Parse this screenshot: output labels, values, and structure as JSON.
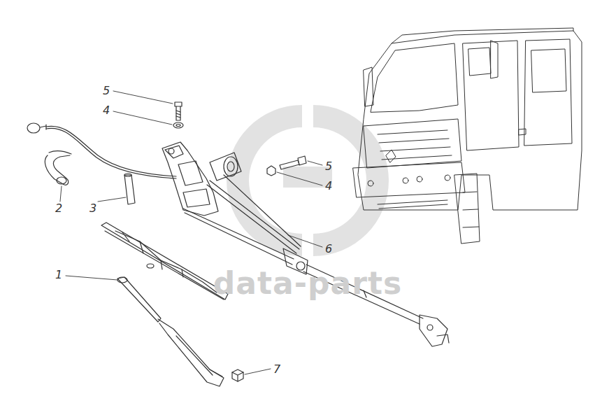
{
  "diagram": {
    "labels": [
      "5",
      "4",
      "2",
      "3",
      "5",
      "4",
      "6",
      "1",
      "7",
      "data-parts"
    ]
  }
}
